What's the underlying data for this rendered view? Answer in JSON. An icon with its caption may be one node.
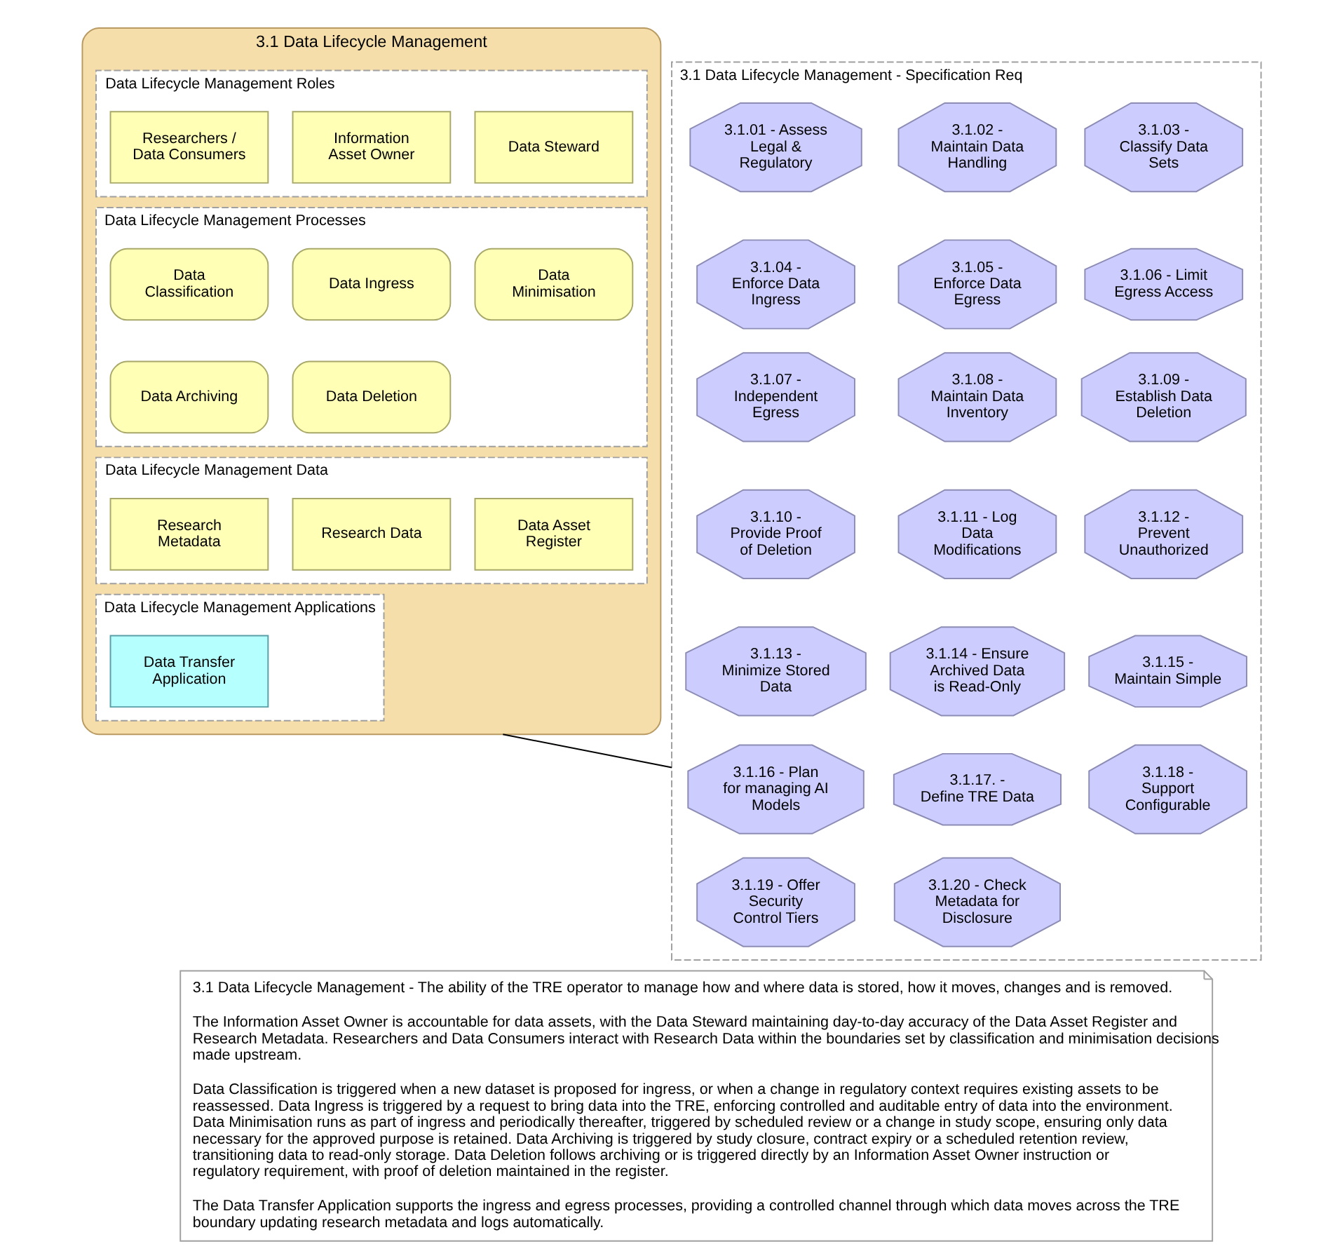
{
  "diagram": {
    "nodes": [
      {
        "text": [
          "3.1 Data Lifecycle Management"
        ]
      },
      {
        "text": [
          "Data Lifecycle Management Roles"
        ],
        "in": 0
      },
      {
        "text": [
          "Researchers / Data Consumers"
        ],
        "in": 1
      },
      {
        "text": [
          "Information Asset Owner"
        ],
        "in": 1
      },
      {
        "text": [
          "Data Steward"
        ],
        "in": 1
      },
      {
        "text": [
          "Data Lifecycle Management Processes"
        ],
        "in": 0
      },
      {
        "text": [
          "Data Classification"
        ],
        "in": 5
      },
      {
        "text": [
          "Data Ingress"
        ],
        "in": 5
      },
      {
        "text": [
          "Data Minimisation"
        ],
        "in": 5
      },
      {
        "text": [
          "Data Archiving"
        ],
        "in": 5
      },
      {
        "text": [
          "Data Deletion"
        ],
        "in": 5
      },
      {
        "text": [
          "Data Lifecycle Management Data"
        ],
        "in": 0
      },
      {
        "text": [
          "Research Metadata"
        ],
        "in": 11
      },
      {
        "text": [
          "Research Data"
        ],
        "in": 11
      },
      {
        "text": [
          "Data Asset Register"
        ],
        "in": 11
      },
      {
        "text": [
          "Data Lifecycle Management Applications"
        ],
        "in": 0
      },
      {
        "text": [
          "Data Transfer Application"
        ],
        "in": 15
      },
      {
        "text": [
          "3.1 Data Lifecycle Management - Specification Req"
        ]
      },
      {
        "text": [
          "3.1.01 - Assess Legal & Regulatory"
        ],
        "in": 17
      },
      {
        "text": [
          "3.1.02 - Maintain Data Handling"
        ],
        "in": 17
      },
      {
        "text": [
          "3.1.03 - Classify Data Sets"
        ],
        "in": 17
      },
      {
        "text": [
          "3.1.04 - Enforce Data Ingress"
        ],
        "in": 17
      },
      {
        "text": [
          "3.1.05 - Enforce Data Egress"
        ],
        "in": 17
      },
      {
        "text": [
          "3.1.06 - Limit Egress Access"
        ],
        "in": 17
      },
      {
        "text": [
          "3.1.07 - Independent Egress"
        ],
        "in": 17
      },
      {
        "text": [
          "3.1.08 - Maintain Data Inventory"
        ],
        "in": 17
      },
      {
        "text": [
          "3.1.09 - Establish Data Deletion"
        ],
        "in": 17
      },
      {
        "text": [
          "3.1.10 - Provide Proof of Deletion"
        ],
        "in": 17
      },
      {
        "text": [
          "3.1.11 - Log Data Modifications"
        ],
        "in": 17
      },
      {
        "text": [
          "3.1.12 - Prevent Unauthorized"
        ],
        "in": 17
      },
      {
        "text": [
          "3.1.13 - Minimize Stored Data"
        ],
        "in": 17
      },
      {
        "text": [
          "3.1.14 - Ensure Archived Data is Read-Only"
        ],
        "in": 17
      },
      {
        "text": [
          "3.1.15 - Maintain Simple"
        ],
        "in": 17
      },
      {
        "text": [
          "3.1.16 - Plan for managing AI Models"
        ],
        "in": 17
      },
      {
        "text": [
          "3.1.17. - Define TRE Data"
        ],
        "in": 17
      },
      {
        "text": [
          "3.1.18 - Support Configurable"
        ],
        "in": 17
      },
      {
        "text": [
          "3.1.19 - Offer Security Control Tiers"
        ],
        "in": 17
      },
      {
        "text": [
          "3.1.20 - Check Metadata for Disclosure"
        ],
        "in": 17
      },
      {
        "text": [
          "3.1 Data Lifecycle Management - The ability of the TRE operator to manage how and where data is stored, how it moves, changes and is removed.",
          "The Information Asset Owner is accountable for data assets, with the Data Steward maintaining day-to-day accuracy of the Data Asset Register and Research Metadata. Researchers and Data Consumers interact with Research Data within the boundaries set by classification and minimisation decisions made upstream.",
          "Data Classification is triggered when a new dataset is proposed for ingress, or when a change in regulatory context requires existing assets to be reassessed. Data Ingress is triggered by a request to bring data into the TRE, enforcing controlled and auditable entry of data into the environment. Data Minimisation runs as part of ingress and periodically thereafter, triggered by scheduled review or a change in study scope, ensuring only data necessary for the approved purpose is retained. Data Archiving is triggered by study closure, contract expiry or a scheduled retention review, transitioning data to read-only storage. Data Deletion follows archiving or is triggered directly by an Information Asset Owner instruction or regulatory requirement, with proof of deletion maintained in the register.",
          "The Data Transfer Application supports the ingress and egress processes, providing a controlled channel through which data moves across the TRE boundary updating research metadata and logs automatically."
        ]
      }
    ],
    "edges": [
      {
        "from": 0,
        "to": 17,
        "arrow": "none"
      }
    ]
  }
}
